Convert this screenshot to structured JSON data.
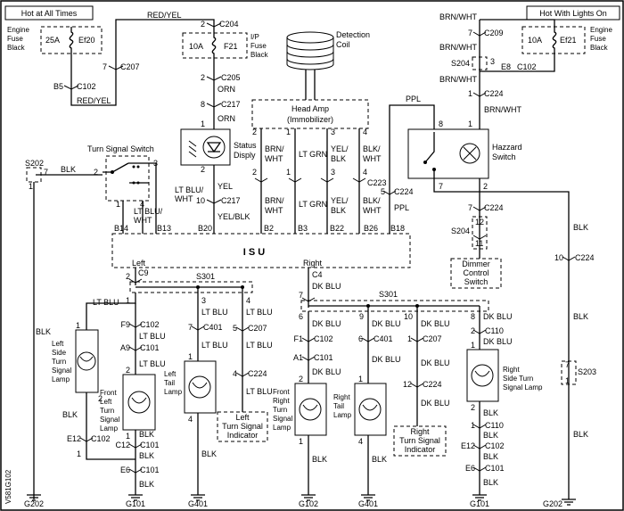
{
  "power": {
    "hot_at_all_times": "Hot at All Times",
    "hot_with_lights_on": "Hot With Lights On",
    "engine_fuse_block": [
      "Engine",
      "Fuse",
      "Black"
    ],
    "ef20_amp": "25A",
    "ef20": "Ef20",
    "ef21_amp": "10A",
    "ef21": "Ef21",
    "f21_amp": "10A",
    "f21": "F21",
    "ip_fuse_block": [
      "I/P",
      "Fuse",
      "Black"
    ]
  },
  "wires": {
    "red_yel": "RED/YEL",
    "orn": "ORN",
    "yel": "YEL",
    "yel_blk": "YEL/BLK",
    "brn_wht": "BRN/WHT",
    "lt_grn": "LT GRN",
    "blk_wht": "BLK/WHT",
    "yel_blk_stack": [
      "YEL/",
      "BLK"
    ],
    "brn_wht_stack": [
      "BRN/",
      "WHT"
    ],
    "blk_wht_stack": [
      "BLK/",
      "WHT"
    ],
    "ppl": "PPL",
    "blk": "BLK",
    "lt_blu": "LT BLU",
    "dk_blu": "DK BLU",
    "lt_blu_wht": [
      "LT BLU/",
      "WHT"
    ]
  },
  "connectors": {
    "c204": "C204",
    "c207": "C207",
    "c102": "C102",
    "c205": "C205",
    "c217": "C217",
    "c209": "C209",
    "c224": "C224",
    "c223": "C223",
    "c101": "C101",
    "c401": "C401",
    "c110": "C110",
    "c9": "C9",
    "c4": "C4",
    "b5": "B5",
    "e8": "E8",
    "f9": "F9",
    "a9": "A9",
    "f1": "F1",
    "a1": "A1",
    "e12": "E12",
    "c12": "C12",
    "e6": "E6",
    "b14": "B14",
    "b13": "B13",
    "b20": "B20",
    "b2": "B2",
    "b3": "B3",
    "b22": "B22",
    "b26": "B26",
    "b18": "B18"
  },
  "splices": {
    "s202": "S202",
    "s204": "S204",
    "s301": "S301",
    "s203": "S203"
  },
  "components": {
    "detection_coil": [
      "Detection",
      "Coil"
    ],
    "head_amp": [
      "Head Amp",
      "(Immobilizer)"
    ],
    "status_display": [
      "Status",
      "Disply"
    ],
    "turn_signal_switch": "Turn Signal Switch",
    "hazzard_switch": [
      "Hazzard",
      "Switch"
    ],
    "isu": "I S U",
    "isu_left": "Left",
    "isu_right": "Right",
    "dimmer": [
      "Dimmer",
      "Control",
      "Switch"
    ],
    "left_side_lamp": [
      "Left",
      "Side",
      "Turn",
      "Signal",
      "Lamp"
    ],
    "front_left_lamp": [
      "Front",
      "Left",
      "Turn",
      "Signal",
      "Lamp"
    ],
    "left_tail_lamp": [
      "Left",
      "Tail",
      "Lamp"
    ],
    "left_indicator": [
      "Left",
      "Turn Signal",
      "Indicator"
    ],
    "front_right_lamp": [
      "Front",
      "Right",
      "Turn",
      "Signal",
      "Lamp"
    ],
    "right_tail_lamp": [
      "Right",
      "Tail",
      "Lamp"
    ],
    "right_indicator": [
      "Right",
      "Turn Signal",
      "Indicator"
    ],
    "right_side_lamp": [
      "Right",
      "Side Turn",
      "Signal Lamp"
    ]
  },
  "grounds": {
    "g202": "G202",
    "g101": "G101",
    "g401": "G401",
    "g102": "G102"
  },
  "code": "V581G102"
}
